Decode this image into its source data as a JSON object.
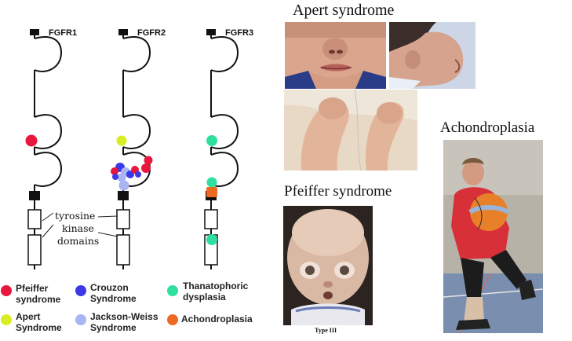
{
  "genes": [
    {
      "name": "FGFR1"
    },
    {
      "name": "FGFR2"
    },
    {
      "name": "FGFR3"
    }
  ],
  "kinase_annotation": {
    "line1": "tyrosine",
    "line2": "kinase",
    "line3": "domains"
  },
  "legend": [
    {
      "label_line1": "Pfeiffer",
      "label_line2": "syndrome",
      "color": "#e8173d"
    },
    {
      "label_line1": "Crouzon",
      "label_line2": "Syndrome",
      "color": "#3a3ae8"
    },
    {
      "label_line1": "Thanatophoric",
      "label_line2": "dysplasia",
      "color": "#2ee0a0"
    },
    {
      "label_line1": "Apert",
      "label_line2": "Syndrome",
      "color": "#d8ee22"
    },
    {
      "label_line1": "Jackson-Weiss",
      "label_line2": "Syndrome",
      "color": "#aab4f2"
    },
    {
      "label_line1": "Achondroplasia",
      "label_line2": "",
      "color": "#ee6a22"
    }
  ],
  "titles": {
    "apert": "Apert syndrome",
    "pfeiffer": "Pfeiffer syndrome",
    "achondroplasia": "Achondroplasia"
  },
  "pfeiffer_caption": "Type III",
  "colors": {
    "pfeiffer": "#e8173d",
    "crouzon": "#3a3ae8",
    "thanatophoric": "#2ee0a0",
    "apert": "#d8ee22",
    "jackson_weiss": "#aab4f2",
    "achondroplasia": "#ee6a22"
  }
}
